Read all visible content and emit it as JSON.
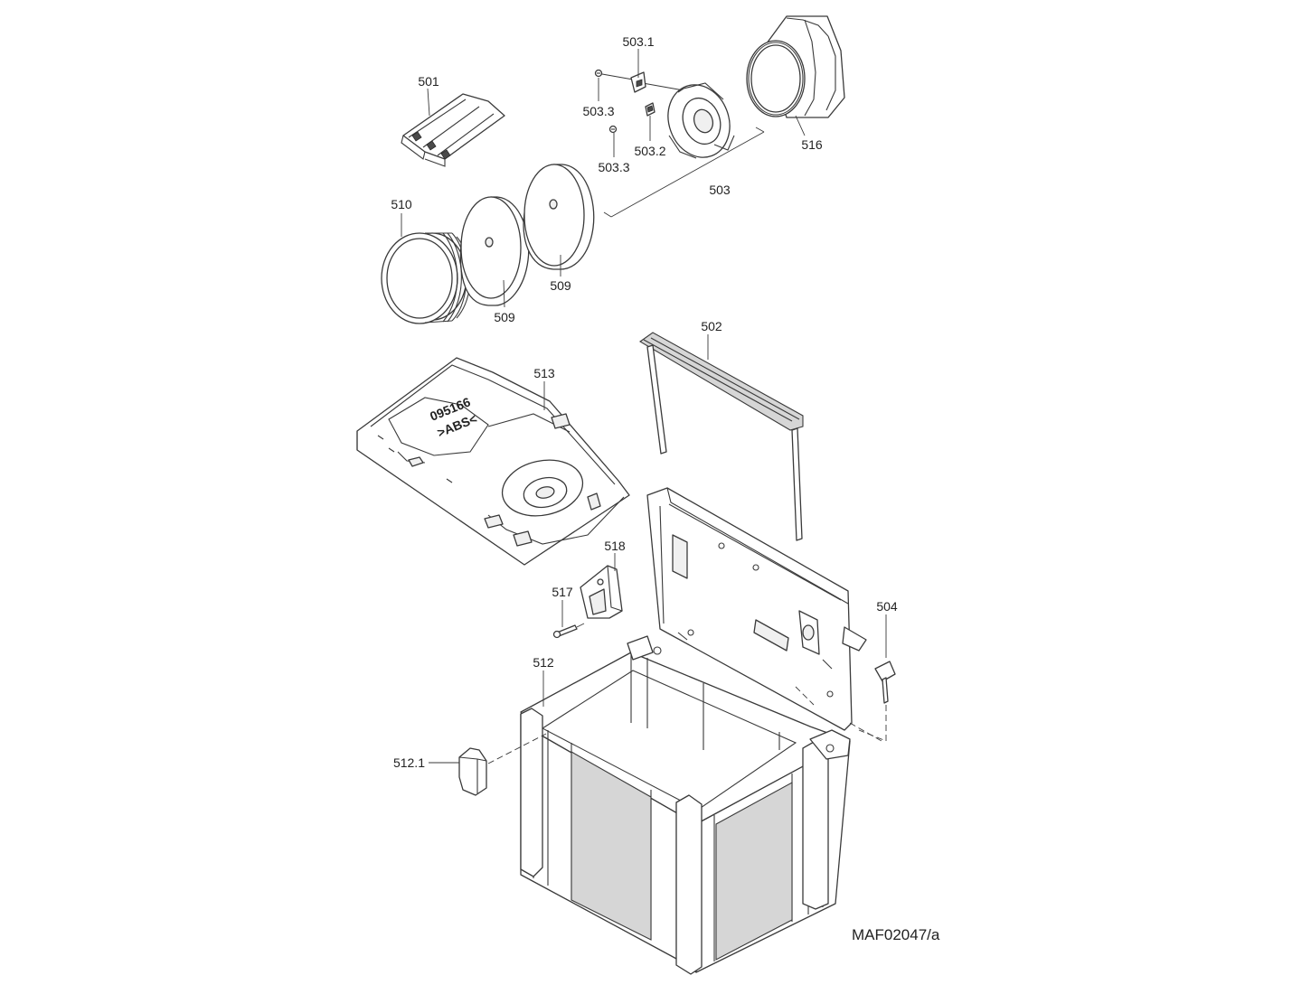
{
  "diagram": {
    "drawing_code": "MAF02047/a",
    "labels": {
      "l501": "501",
      "l502": "502",
      "l503": "503",
      "l503_1": "503.1",
      "l503_2": "503.2",
      "l503_3a": "503.3",
      "l503_3b": "503.3",
      "l504": "504",
      "l509a": "509",
      "l509b": "509",
      "l510": "510",
      "l512": "512",
      "l512_1": "512.1",
      "l513": "513",
      "l516": "516",
      "l517": "517",
      "l518": "518"
    },
    "insert_marking": {
      "line1": "095166",
      "line2": ">ABS<"
    }
  }
}
